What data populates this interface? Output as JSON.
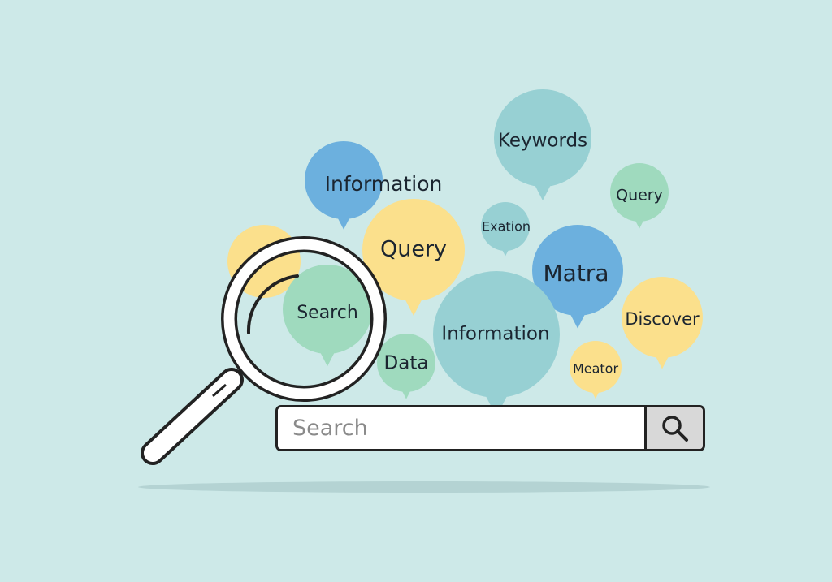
{
  "bubbles": [
    {
      "label": "Keywords",
      "color": "#97d0d3"
    },
    {
      "label": "Information",
      "color": "#6cb0de"
    },
    {
      "label": "Query",
      "color": "#9fdabe"
    },
    {
      "label": "Exation",
      "color": "#97d0d3"
    },
    {
      "label": "Query",
      "color": "#fbe08c"
    },
    {
      "label": "Matra",
      "color": "#6cb0de"
    },
    {
      "label": "Search",
      "color": "#9fdabe"
    },
    {
      "label": "Information",
      "color": "#97d0d3"
    },
    {
      "label": "Discover",
      "color": "#fbe08c"
    },
    {
      "label": "Data",
      "color": "#9fdabe"
    },
    {
      "label": "Meator",
      "color": "#fbe08c"
    }
  ],
  "search": {
    "placeholder": "Search",
    "button_icon": "search-icon"
  },
  "colors": {
    "background": "#cde9e8",
    "yellow": "#fbe08c"
  }
}
